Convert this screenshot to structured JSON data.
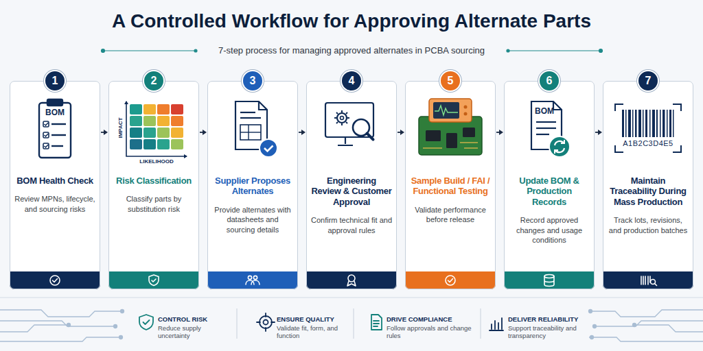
{
  "diagram": {
    "title": "A Controlled Workflow for Approving Alternate Parts",
    "caption": "7-step process for managing approved alternates in PCBA sourcing",
    "nodes": [
      {
        "text": [
          "1",
          "BOM Health Check",
          "Review MPNs, lifecycle, and sourcing risks"
        ]
      },
      {
        "text": [
          "2",
          "Risk Classification",
          "Classify parts by substitution risk"
        ]
      },
      {
        "text": [
          "3",
          "Supplier Proposes Alternates",
          "Provide alternates with datasheets and sourcing details"
        ]
      },
      {
        "text": [
          "4",
          "Engineering Review & Customer Approval",
          "Confirm technical fit and approval rules"
        ]
      },
      {
        "text": [
          "5",
          "Sample Build / FAI / Functional Testing",
          "Validate performance before release"
        ]
      },
      {
        "text": [
          "6",
          "Update BOM & Production Records",
          "Record approved changes and usage conditions"
        ]
      },
      {
        "text": [
          "7",
          "Maintain Traceability During Mass Production",
          "Track lots, revisions, and production batches"
        ]
      }
    ],
    "edges": [
      {
        "from": 0,
        "to": 1,
        "arrow": "to"
      },
      {
        "from": 1,
        "to": 2,
        "arrow": "to"
      },
      {
        "from": 2,
        "to": 3,
        "arrow": "to"
      },
      {
        "from": 3,
        "to": 4,
        "arrow": "to"
      },
      {
        "from": 4,
        "to": 5,
        "arrow": "to"
      },
      {
        "from": 5,
        "to": 6,
        "arrow": "to"
      }
    ],
    "labels": [
      "BOM",
      "IMPACT",
      "LIKELIHOOD",
      "BOM",
      "A1B2C3D4E5",
      "CONTROL RISK",
      "Reduce supply uncertainty",
      "ENSURE QUALITY",
      "Validate fit, form, and function",
      "DRIVE COMPLIANCE",
      "Follow approvals and change rules",
      "DELIVER RELIABILITY",
      "Support traceability and transparency"
    ]
  }
}
